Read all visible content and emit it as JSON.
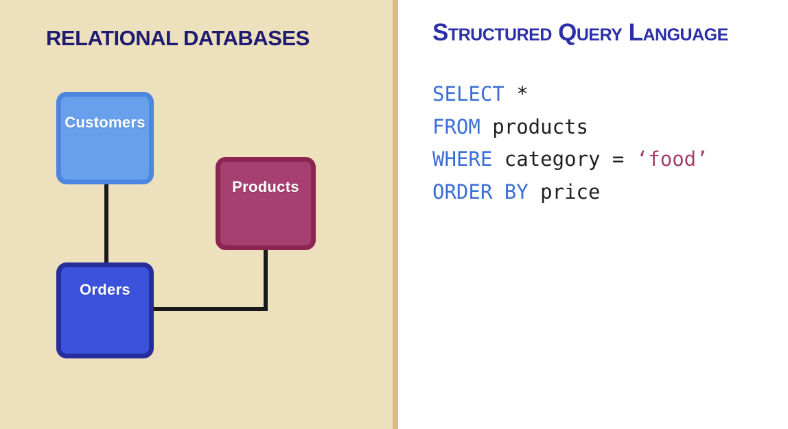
{
  "left_panel": {
    "title": "RELATIONAL DATABASES",
    "title_color": "#1e1b70",
    "background": "#ece0bd",
    "tables": [
      {
        "id": "customers",
        "label": "Customers",
        "fill": "#68a0ec",
        "border": "#4c86e0"
      },
      {
        "id": "products",
        "label": "Products",
        "fill": "#a64070",
        "border": "#8c2552"
      },
      {
        "id": "orders",
        "label": "Orders",
        "fill": "#3b52dd",
        "border": "#272e9c"
      }
    ],
    "connections": [
      {
        "from": "customers",
        "to": "orders"
      },
      {
        "from": "orders",
        "to": "products"
      }
    ],
    "connector_color": "#1a1a1a"
  },
  "divider": {
    "color": "#d4bf7e"
  },
  "right_panel": {
    "title": "Structured Query Language",
    "title_color": "#2b2fa8",
    "background": "#ffffff",
    "code": {
      "colors": {
        "keyword": "#3a6fd6",
        "plain": "#202020",
        "string": "#a23f68"
      },
      "lines": [
        {
          "segments": [
            {
              "text": "SELECT",
              "type": "keyword"
            },
            {
              "text": " *",
              "type": "plain"
            }
          ]
        },
        {
          "segments": [
            {
              "text": "FROM",
              "type": "keyword"
            },
            {
              "text": " products",
              "type": "plain"
            }
          ]
        },
        {
          "segments": [
            {
              "text": "WHERE",
              "type": "keyword"
            },
            {
              "text": " category = ",
              "type": "plain"
            },
            {
              "text": "‘food’",
              "type": "string"
            }
          ]
        },
        {
          "segments": [
            {
              "text": "ORDER BY",
              "type": "keyword"
            },
            {
              "text": " price",
              "type": "plain"
            }
          ]
        }
      ]
    }
  }
}
